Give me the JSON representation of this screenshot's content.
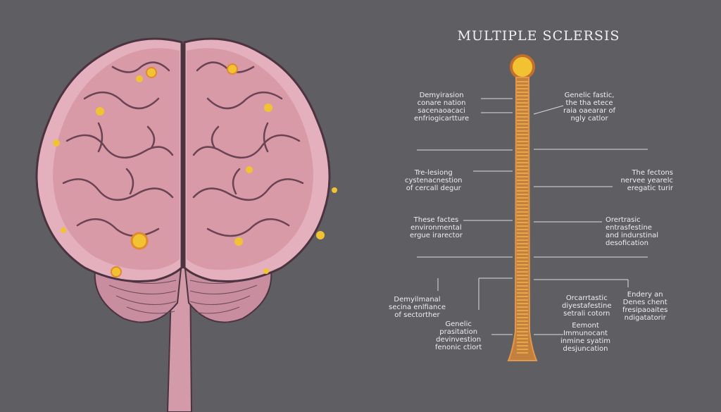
{
  "title": "MULTIPLE SCLERSIS",
  "labels": {
    "l1": [
      "Demyirasion",
      "conare nation",
      "sacenaoacaci",
      "enfriogicartture"
    ],
    "r1": [
      "Genelic fastic,",
      "the tha etece",
      "raia oaearar of",
      "ngly catlor"
    ],
    "l2": [
      "Tre-lesiong",
      "cystenacnestion",
      "of cercall degur"
    ],
    "r2": [
      "The fectons",
      "nervee yearelc",
      "eregatic turir"
    ],
    "l3": [
      "These factes",
      "environmental",
      "ergue irarector"
    ],
    "r3": [
      "Orertrasic",
      "entrasfestine",
      "and indurstinal",
      "desofication"
    ],
    "l4": [
      "Demyilmanal",
      "secina enlfiance",
      "of sectorther"
    ],
    "l5": [
      "Genelic",
      "prasitation",
      "devinvestion",
      "fenonic ctiort"
    ],
    "r4": [
      "Orcarrtastic",
      "diyestafestine",
      "setrali cotorn"
    ],
    "r5": [
      "Endery an",
      "Denes chent",
      "fresipaoaites",
      "ndigatatorir"
    ],
    "r6": [
      "Eemont",
      "Immunocant",
      "inmine syatim",
      "desjuncation"
    ]
  },
  "colors": {
    "background": "#5f5e62",
    "brain": "#d99aa8",
    "brain_dark": "#b0798d",
    "outline": "#4b3340",
    "lesion": "#f1c232",
    "spine_fill": "#c4803d",
    "spine_stripe": "#f4b24e",
    "text": "#eeeeee",
    "line": "#dddddd"
  },
  "icons": [
    "brain-illustration",
    "spinal-cord-illustration",
    "lesion-dot-icon"
  ]
}
